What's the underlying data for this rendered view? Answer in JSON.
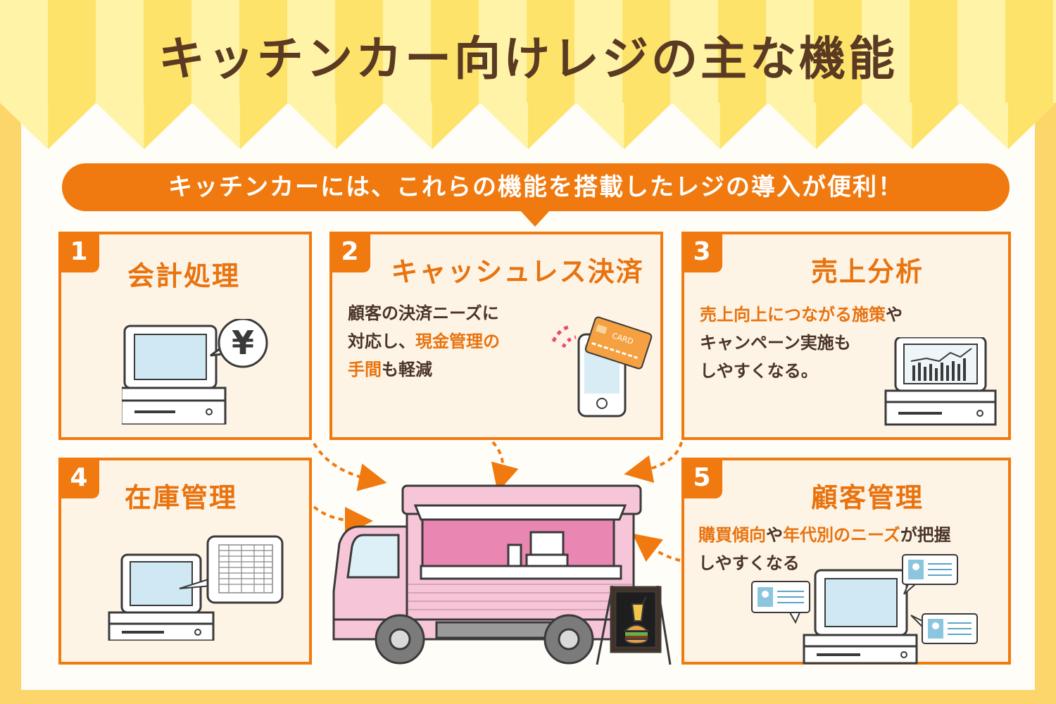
{
  "title": "キッチンカー向けレジの主な機能",
  "banner": "キッチンカーには、これらの機能を搭載したレジの導入が便利！",
  "colors": {
    "accent": "#f07a0f",
    "title_text": "#5a3a22",
    "background": "#fcd66b",
    "card_bg": "#fef4e6",
    "truck_pink": "#f6c6d8"
  },
  "cards": [
    {
      "num": "1",
      "title": "会計処理",
      "icon": "register-yen-icon"
    },
    {
      "num": "2",
      "title": "キャッシュレス決済",
      "icon": "smartphone-card-icon",
      "desc_lines": [
        [
          {
            "t": "顧客の決済ニーズに"
          }
        ],
        [
          {
            "t": "対応し、"
          },
          {
            "t": "現金管理の",
            "hl": true
          }
        ],
        [
          {
            "t": "手間",
            "hl": true
          },
          {
            "t": "も軽減"
          }
        ]
      ]
    },
    {
      "num": "3",
      "title": "売上分析",
      "icon": "register-chart-icon",
      "desc_lines": [
        [
          {
            "t": "売上向上につながる施策",
            "hl": true
          },
          {
            "t": "や"
          }
        ],
        [
          {
            "t": "キャンペーン実施も"
          }
        ],
        [
          {
            "t": "しやすくなる。"
          }
        ]
      ]
    },
    {
      "num": "4",
      "title": "在庫管理",
      "icon": "register-spreadsheet-icon"
    },
    {
      "num": "5",
      "title": "顧客管理",
      "icon": "register-profile-icon",
      "desc_lines": [
        [
          {
            "t": "購買傾向",
            "hl": true
          },
          {
            "t": "や"
          },
          {
            "t": "年代別のニーズ",
            "hl": true
          },
          {
            "t": "が把握"
          }
        ],
        [
          {
            "t": "しやすくなる"
          }
        ]
      ]
    }
  ],
  "card_label": "CARD",
  "yen_symbol": "¥"
}
